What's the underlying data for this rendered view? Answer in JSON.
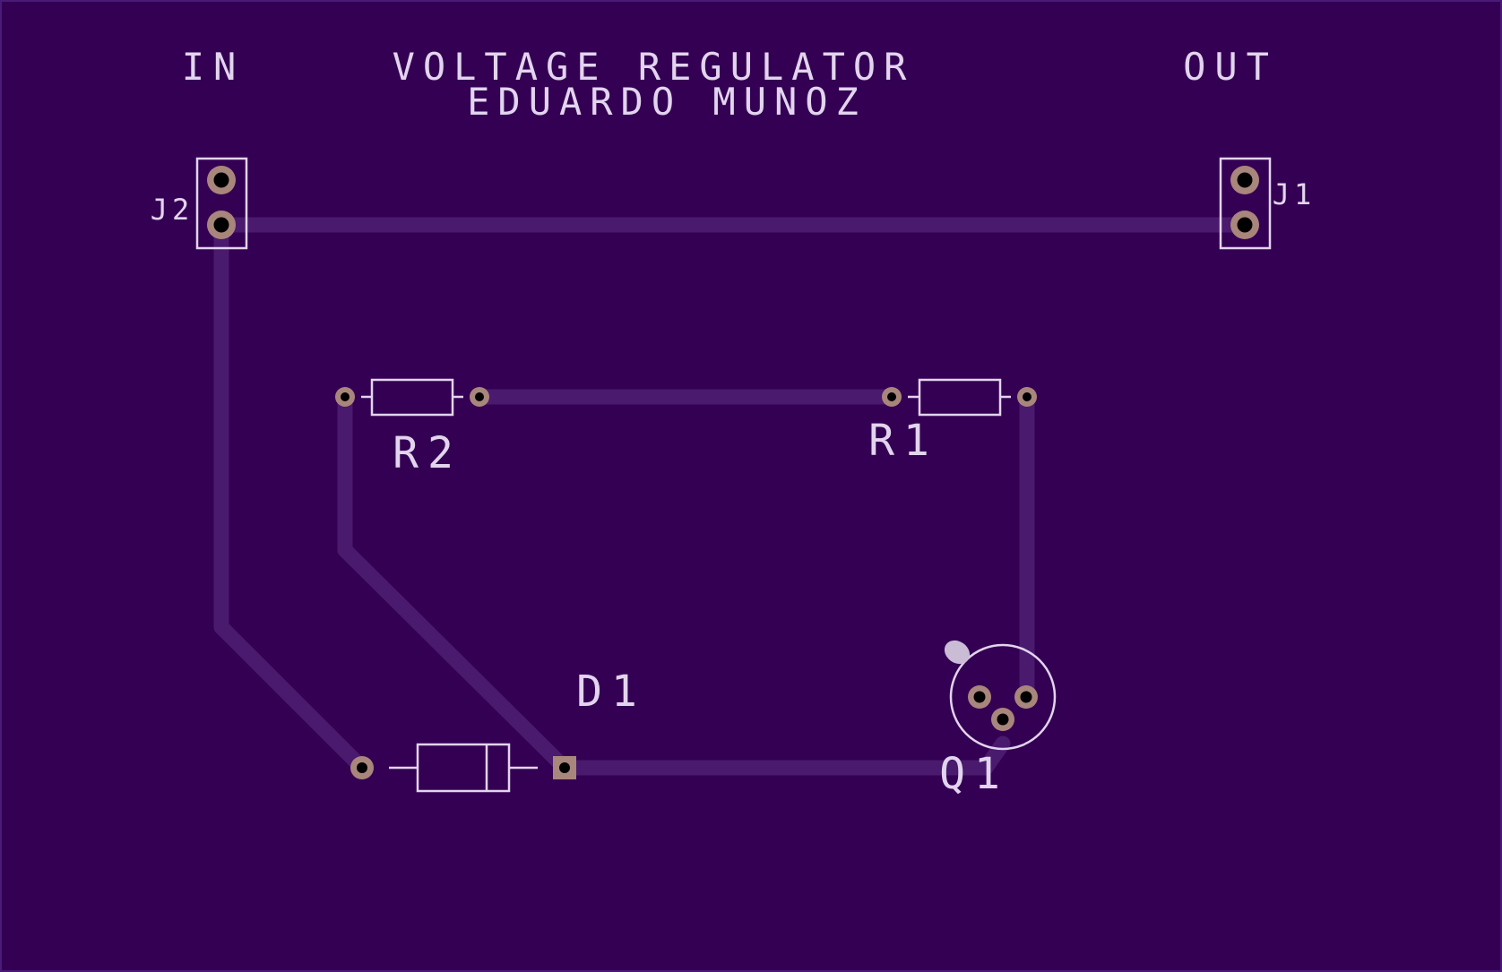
{
  "colors": {
    "background": "#000000",
    "board": "#340053",
    "board_edge": "#4a1a78",
    "trace": "#4a1a6e",
    "silkscreen": "#e2d4ee",
    "pad_copper": "#a9867c",
    "drill_hole": "#000000",
    "pin1_marker": "#cbbcd6"
  },
  "labels": {
    "title_line1": "VOLTAGE REGULATOR",
    "title_line2": "EDUARDO MUNOZ",
    "input_label": "IN",
    "output_label": "OUT"
  },
  "components": {
    "j2": {
      "designator": "J2",
      "type": "connector-2pin"
    },
    "j1": {
      "designator": "J1",
      "type": "connector-2pin"
    },
    "r2": {
      "designator": "R2",
      "type": "resistor"
    },
    "r1": {
      "designator": "R1",
      "type": "resistor"
    },
    "d1": {
      "designator": "D1",
      "type": "diode"
    },
    "q1": {
      "designator": "Q1",
      "type": "transistor-to92"
    }
  }
}
